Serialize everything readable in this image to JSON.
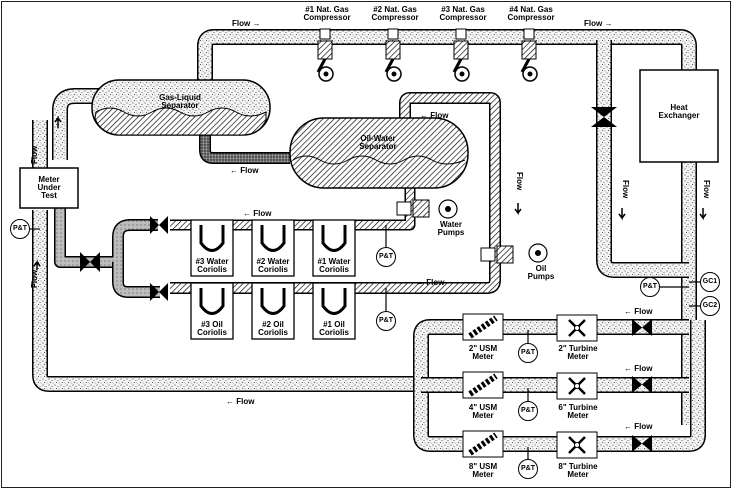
{
  "title": "",
  "components": {
    "compressor_1": "#1 Nat. Gas\nCompressor",
    "compressor_2": "#2 Nat. Gas\nCompressor",
    "compressor_3": "#3 Nat. Gas\nCompressor",
    "compressor_4": "#4 Nat. Gas\nCompressor",
    "gas_liquid_separator": "Gas-Liquid\nSeparator",
    "oil_water_separator": "Oil-Water\nSeparator",
    "heat_exchanger": "Heat\nExchanger",
    "meter_under_test": "Meter\nUnder\nTest",
    "water_pumps": "Water\nPumps",
    "oil_pumps": "Oil\nPumps",
    "water_coriolis_3": "#3 Water\nCoriolis",
    "water_coriolis_2": "#2 Water\nCoriolis",
    "water_coriolis_1": "#1 Water\nCoriolis",
    "oil_coriolis_3": "#3 Oil\nCoriolis",
    "oil_coriolis_2": "#2 Oil\nCoriolis",
    "oil_coriolis_1": "#1 Oil\nCoriolis",
    "usm_2": "2\" USM\nMeter",
    "usm_4": "4\" USM\nMeter",
    "usm_8": "8\" USM\nMeter",
    "turbine_2": "2\" Turbine\nMeter",
    "turbine_6": "6\" Turbine\nMeter",
    "turbine_8": "8\" Turbine\nMeter"
  },
  "instruments": {
    "pt": "P&T",
    "gc1": "GC1",
    "gc2": "GC2"
  },
  "flow": {
    "left": "← Flow",
    "right": "Flow →",
    "vertical": "Flow"
  }
}
